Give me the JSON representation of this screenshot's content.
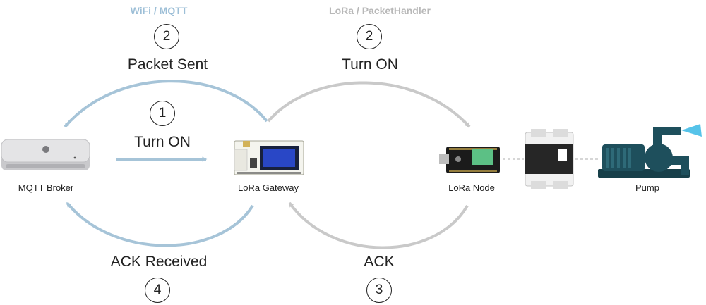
{
  "headers": {
    "wifi": "WiFi / MQTT",
    "lora": "LoRa / PacketHandler"
  },
  "steps": [
    {
      "number": "1",
      "label": "Turn ON"
    },
    {
      "number": "2",
      "label": "Packet Sent"
    },
    {
      "number": "2",
      "label": "Turn ON"
    },
    {
      "number": "3",
      "label": "ACK"
    },
    {
      "number": "4",
      "label": "ACK Received"
    }
  ],
  "devices": {
    "broker": {
      "label": "MQTT Broker",
      "icon": "mac-mini-icon"
    },
    "gateway": {
      "label": "LoRa Gateway",
      "icon": "lora-board-icon"
    },
    "node": {
      "label": "LoRa Node",
      "icon": "cubecell-board-icon"
    },
    "relay": {
      "icon": "solid-state-relay-icon"
    },
    "pump": {
      "label": "Pump",
      "icon": "water-pump-icon"
    }
  },
  "colors": {
    "wifi_arrow": "#a6c4d8",
    "lora_arrow": "#c9c9c9",
    "connector": "#bdbdbd",
    "pump_body": "#1e4f5c"
  }
}
